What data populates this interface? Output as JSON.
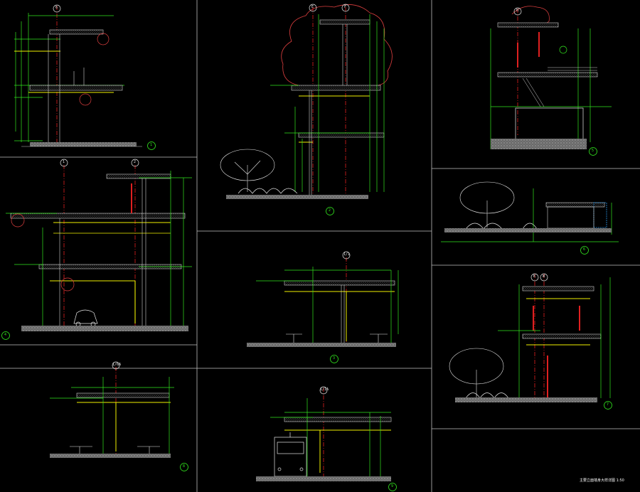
{
  "panels": [
    {
      "id": "p1",
      "axes": [
        "6"
      ],
      "number": "1"
    },
    {
      "id": "p2",
      "axes": [
        "E",
        "F"
      ],
      "number": "2"
    },
    {
      "id": "p5",
      "axes": [
        "H"
      ],
      "number": "5"
    },
    {
      "id": "p4",
      "axes": [
        "1",
        "2"
      ],
      "number": "4"
    },
    {
      "id": "p3",
      "axes": [
        "1/1"
      ],
      "number": "3"
    },
    {
      "id": "p6",
      "axes": [],
      "number": "6"
    },
    {
      "id": "p7",
      "axes": [
        "K",
        "W"
      ],
      "number": "7"
    },
    {
      "id": "p8",
      "axes": [
        "1/6A"
      ],
      "number": "8"
    },
    {
      "id": "p9",
      "axes": [
        "1/1A"
      ],
      "number": "9"
    }
  ],
  "sheet_title": "主要立面墙身大样详图 1:50",
  "colors": {
    "background": "#000000",
    "frame": "#bfbfbf",
    "dim": "#32e61e",
    "slab": "#f0f000",
    "section": "#d0d0d0",
    "axis": "#e02020",
    "cloud": "#e04040",
    "tree": "#e6e6e6",
    "ground": "#8a8a8a"
  }
}
